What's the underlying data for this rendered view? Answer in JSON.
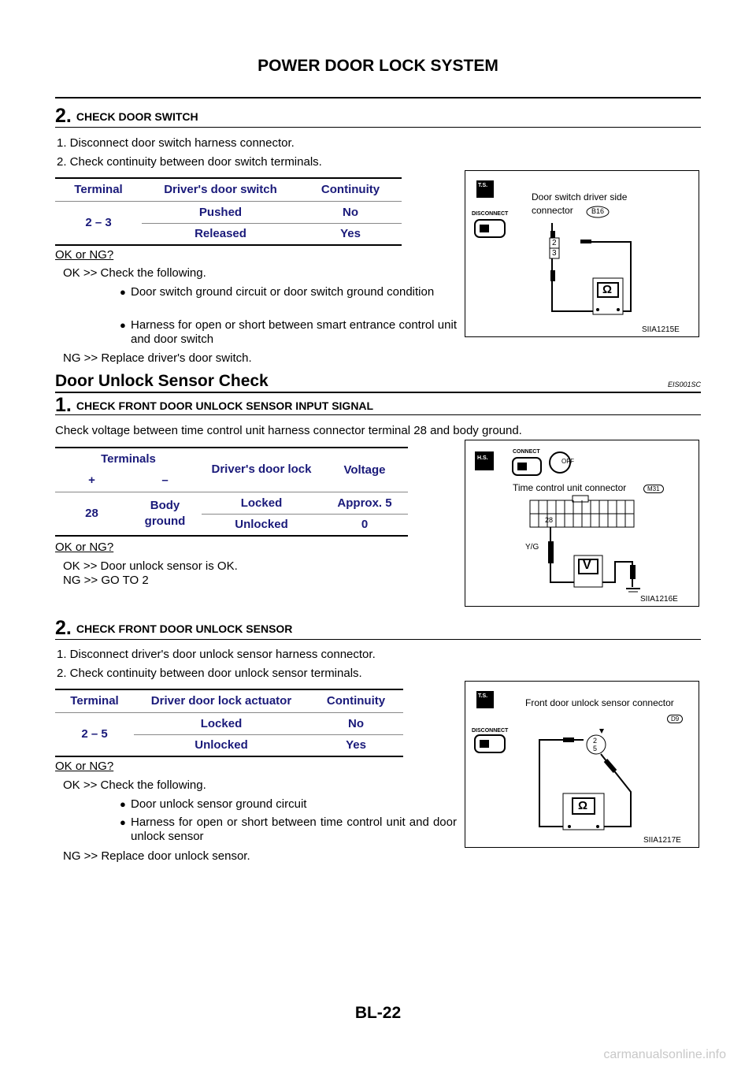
{
  "header": {
    "title": "POWER DOOR LOCK SYSTEM"
  },
  "s1": {
    "num": "2.",
    "title": "CHECK DOOR SWITCH",
    "steps": [
      "1.   Disconnect door switch harness connector.",
      "2.   Check continuity between door switch terminals."
    ],
    "table": {
      "h": [
        "Terminal",
        "Driver's door switch",
        "Continuity"
      ],
      "terminal": "2 – 3",
      "rows": [
        [
          "Pushed",
          "No"
        ],
        [
          "Released",
          "Yes"
        ]
      ]
    },
    "okng": "OK or NG?",
    "ok": "OK      >> Check the following.",
    "bullets": [
      "Door switch ground circuit or door switch ground condition",
      "Harness for open or short between smart entrance control unit and door switch"
    ],
    "ng": "NG      >> Replace driver's door switch.",
    "fig": {
      "ts": "T.S.",
      "mode": "DISCONNECT",
      "caption1": "Door switch driver side",
      "caption2": "connector",
      "conn": "B16",
      "pins": [
        "2",
        "3"
      ],
      "meter": "Ω",
      "id": "SIIA1215E"
    }
  },
  "sec2": {
    "title": "Door Unlock Sensor Check",
    "code": "EIS001SC"
  },
  "s2": {
    "num": "1.",
    "title": "CHECK FRONT DOOR UNLOCK SENSOR INPUT SIGNAL",
    "text": "Check voltage between time control unit harness connector terminal 28 and body ground.",
    "table": {
      "terminals": "Terminals",
      "lock": "Driver's door lock",
      "voltage": "Voltage",
      "plus": "+",
      "minus": "–",
      "t1": "28",
      "t2": "Body ground",
      "rows": [
        [
          "Locked",
          "Approx. 5"
        ],
        [
          "Unlocked",
          "0"
        ]
      ]
    },
    "okng": "OK or NG?",
    "ok": "OK      >> Door unlock sensor is OK.",
    "ng": "NG      >> GO TO 2",
    "fig": {
      "hs": "H.S.",
      "mode": "CONNECT",
      "off": "OFF",
      "caption": "Time control unit connector",
      "conn": "M31",
      "pin": "28",
      "wire": "Y/G",
      "meter": "V",
      "id": "SIIA1216E"
    }
  },
  "s3": {
    "num": "2.",
    "title": "CHECK FRONT DOOR UNLOCK SENSOR",
    "steps": [
      "1.   Disconnect driver's door unlock sensor harness connector.",
      "2.   Check continuity between door unlock sensor terminals."
    ],
    "table": {
      "h": [
        "Terminal",
        "Driver door lock actuator",
        "Continuity"
      ],
      "terminal": "2 – 5",
      "rows": [
        [
          "Locked",
          "No"
        ],
        [
          "Unlocked",
          "Yes"
        ]
      ]
    },
    "okng": "OK or NG?",
    "ok": "OK      >> Check the following.",
    "bullets": [
      "Door unlock sensor ground circuit",
      "Harness for open or short between time control unit and door unlock sensor"
    ],
    "ng": "NG      >> Replace door unlock sensor.",
    "fig": {
      "ts": "T.S.",
      "mode": "DISCONNECT",
      "caption": "Front door unlock sensor connector",
      "conn": "D9",
      "pins": [
        "2",
        "5"
      ],
      "meter": "Ω",
      "id": "SIIA1217E"
    }
  },
  "footer": {
    "page": "BL-22"
  },
  "watermark": "carmanualsonline.info",
  "colors": {
    "table_text": "#1a1a7a",
    "rule": "#000000"
  }
}
